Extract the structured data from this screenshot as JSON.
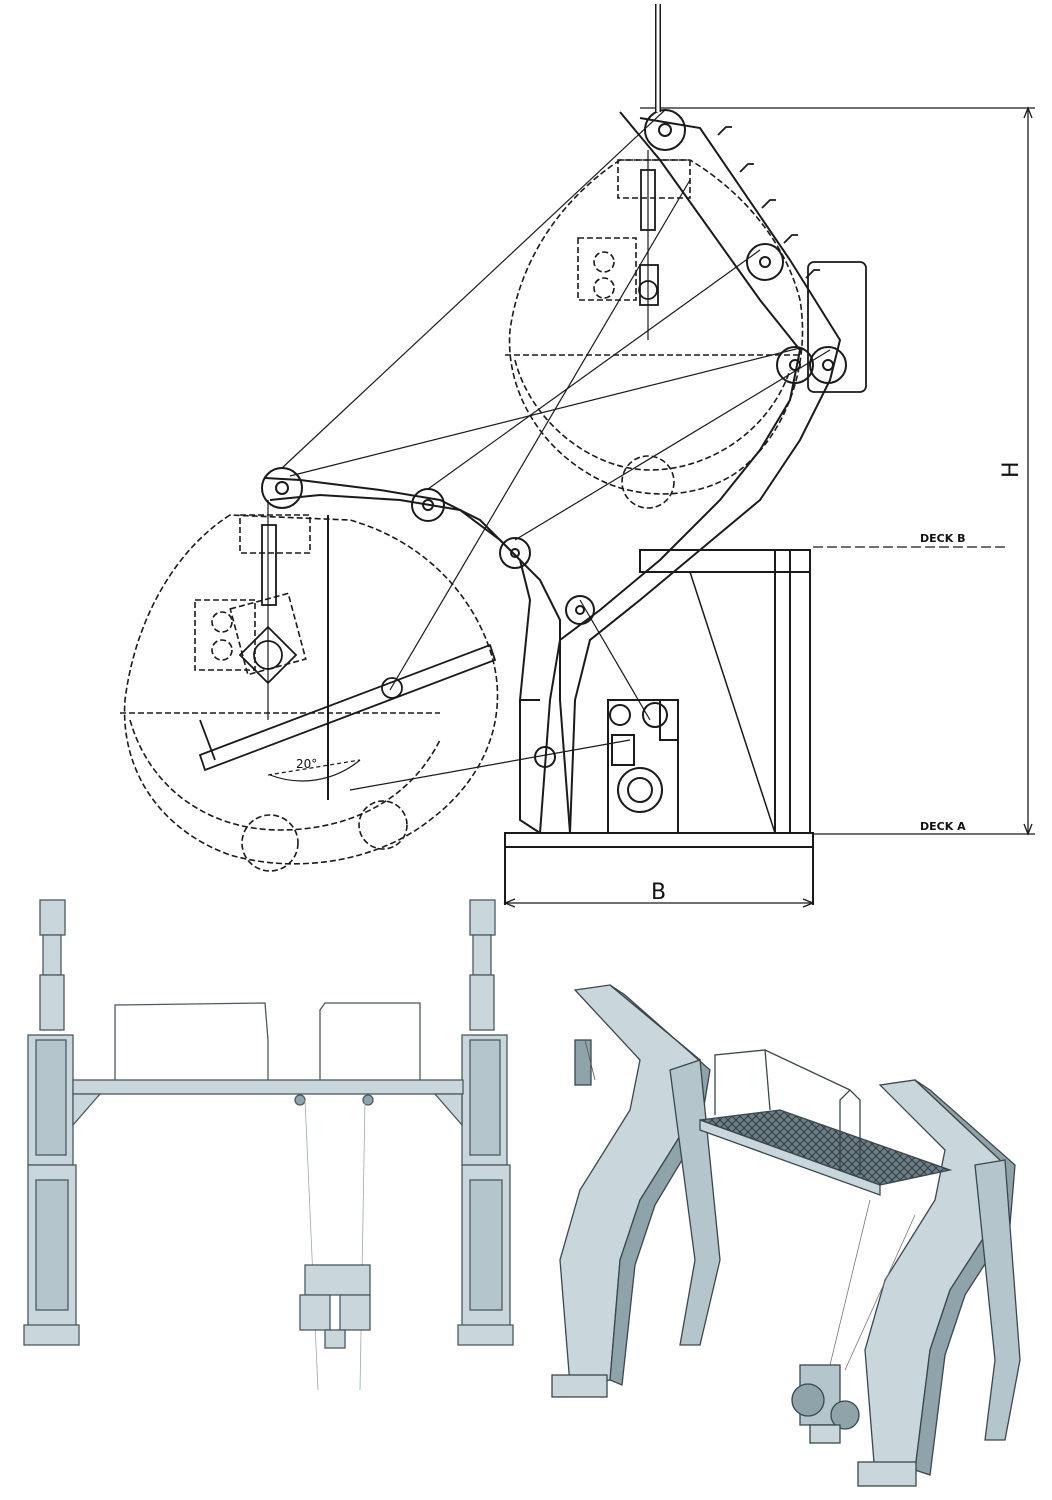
{
  "labels": {
    "dimension_height": "H",
    "dimension_width": "B",
    "deck_upper": "DECK B",
    "deck_lower": "DECK A",
    "angle": "20°"
  },
  "colors": {
    "line": "#1a1a1a",
    "steel_fill": "#c9d7dc",
    "steel_dark": "#8fa3ab",
    "steel_edge": "#4a5a60"
  }
}
